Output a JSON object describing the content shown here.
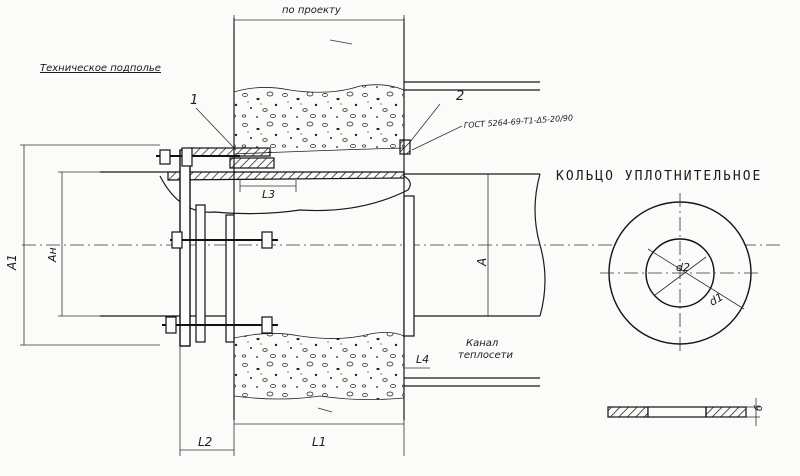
{
  "labels": {
    "top_dimension": "по проекту",
    "basement": "Техническое подполье",
    "callout_1": "1",
    "callout_2": "2",
    "gost": "ГОСТ 5264-69-Т1-Δ5-20/90",
    "ring_title": "КОЛЬЦО УПЛОТНИТЕЛЬНОЕ",
    "channel_line1": "Канал",
    "channel_line2": "теплосети",
    "dim_A1": "A1",
    "dim_Ah": "Aн",
    "dim_A": "A",
    "dim_L3": "L3",
    "dim_L4": "L4",
    "dim_L2": "L2",
    "dim_L1": "L1",
    "dim_d2": "d2",
    "dim_d1": "d1",
    "dim_b": "б"
  },
  "colors": {
    "ink": "#1a1a1a",
    "paper": "#fbfbf9"
  }
}
